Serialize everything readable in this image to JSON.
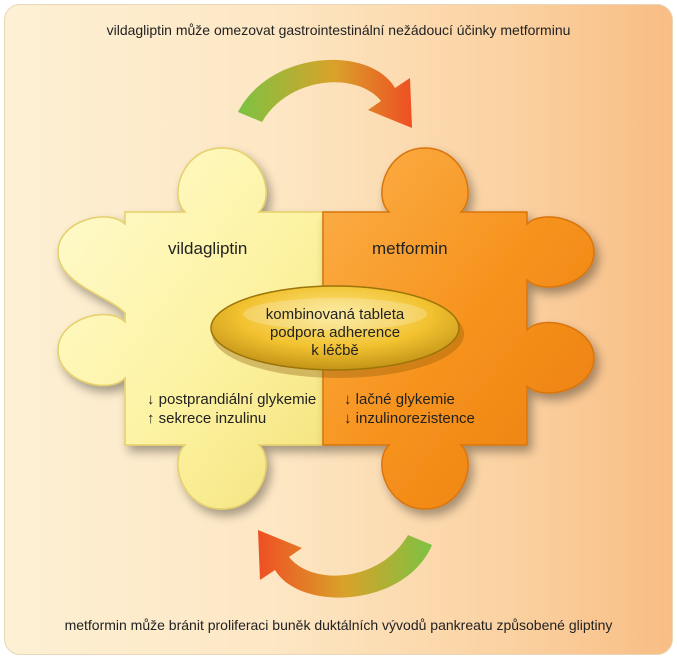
{
  "captions": {
    "top": "vildagliptin může omezovat gastrointestinální nežádoucí účinky metforminu",
    "bottom": "metformin může bránit proliferaci buněk duktálních vývodů pankreatu způsobené gliptiny"
  },
  "pieces": {
    "left": {
      "title": "vildagliptin",
      "effects": [
        "↓ postprandiální glykemie",
        "↑ sekrece inzulinu"
      ],
      "color": "#fdf3a4"
    },
    "right": {
      "title": "metformin",
      "effects": [
        "↓ lačné glykemie",
        "↓ inzulinorezistence"
      ],
      "color": "#f7931e"
    }
  },
  "tablet": {
    "lines": [
      "kombinovaná tableta",
      "podpora adherence",
      "k léčbě"
    ],
    "color": "#f2c230"
  },
  "arrows": {
    "start_color": "#7cc242",
    "end_color": "#ef4f23"
  }
}
